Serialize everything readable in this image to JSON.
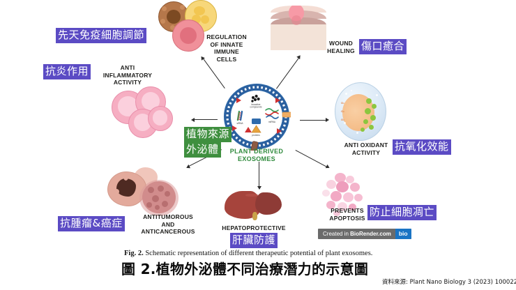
{
  "figure": {
    "center": {
      "english_label": "PLANT DERIVED\nEXOSOMES",
      "chinese_label_line1": "植物來源",
      "chinese_label_line2": "外泌體",
      "interior_cargo": [
        "bioactive compounds",
        "siRNA",
        "miRNA",
        "proteins"
      ]
    },
    "nodes": [
      {
        "id": "innate-immune",
        "english_label": "REGULATION\nOF INNATE\nIMMUNE\nCELLS",
        "chinese_label": "先天免疫細胞調節",
        "chinese_color": "#5b4bc4"
      },
      {
        "id": "anti-inflammatory",
        "english_label": "ANTI\nINFLAMMATORY\nACTIVITY",
        "chinese_label": "抗炎作用",
        "chinese_color": "#5b4bc4"
      },
      {
        "id": "wound-healing",
        "english_label": "WOUND\nHEALING",
        "chinese_label": "傷口癒合",
        "chinese_color": "#5b4bc4"
      },
      {
        "id": "anti-oxidant",
        "english_label": "ANTI OXIDANT\nACTIVITY",
        "chinese_label": "抗氧化效能",
        "chinese_color": "#5b4bc4"
      },
      {
        "id": "prevents-apoptosis",
        "english_label": "PREVENTS\nAPOPTOSIS",
        "chinese_label": "防止細胞凋亡",
        "chinese_color": "#5b4bc4"
      },
      {
        "id": "hepatoprotective",
        "english_label": "HEPATOPROTECTIVE",
        "chinese_label": "肝臟防護",
        "chinese_color": "#5b4bc4"
      },
      {
        "id": "antitumorous",
        "english_label": "ANTITUMOROUS\nAND\nANTICANCEROUS",
        "chinese_label": "抗腫瘤&癌症",
        "chinese_color": "#5b4bc4"
      }
    ],
    "badge": {
      "prefix": "Created in ",
      "brand": "BioRender.com",
      "tag": "bio"
    }
  },
  "caption": {
    "english_prefix": "Fig. 2.",
    "english_text": " Schematic representation of different therapeutic potential of plant exosomes.",
    "chinese_text": "圖 2.植物外泌體不同治療潛力的示意圖"
  },
  "source": {
    "text": "資料來源: Plant Nano Biology 3 (2023) 100022"
  }
}
